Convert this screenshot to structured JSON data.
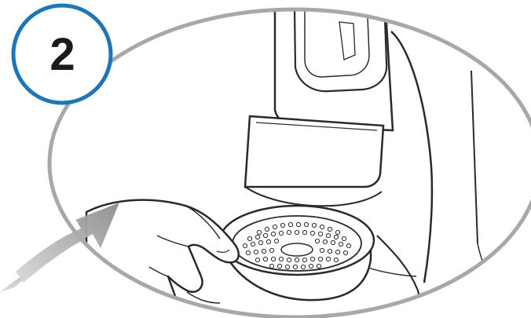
{
  "step": {
    "number": "2"
  },
  "colors": {
    "badge_ring": "#1f76b6",
    "frame_oval": "#a8a8a8",
    "arrow_light": "#d6d6d6",
    "arrow_dark": "#8a8a8a",
    "line_art": "#2a2a2a"
  },
  "icons": [
    "step-number-badge",
    "insertion-arrow",
    "coffee-machine-illustration",
    "hand-illustration",
    "filter-holder-illustration"
  ]
}
